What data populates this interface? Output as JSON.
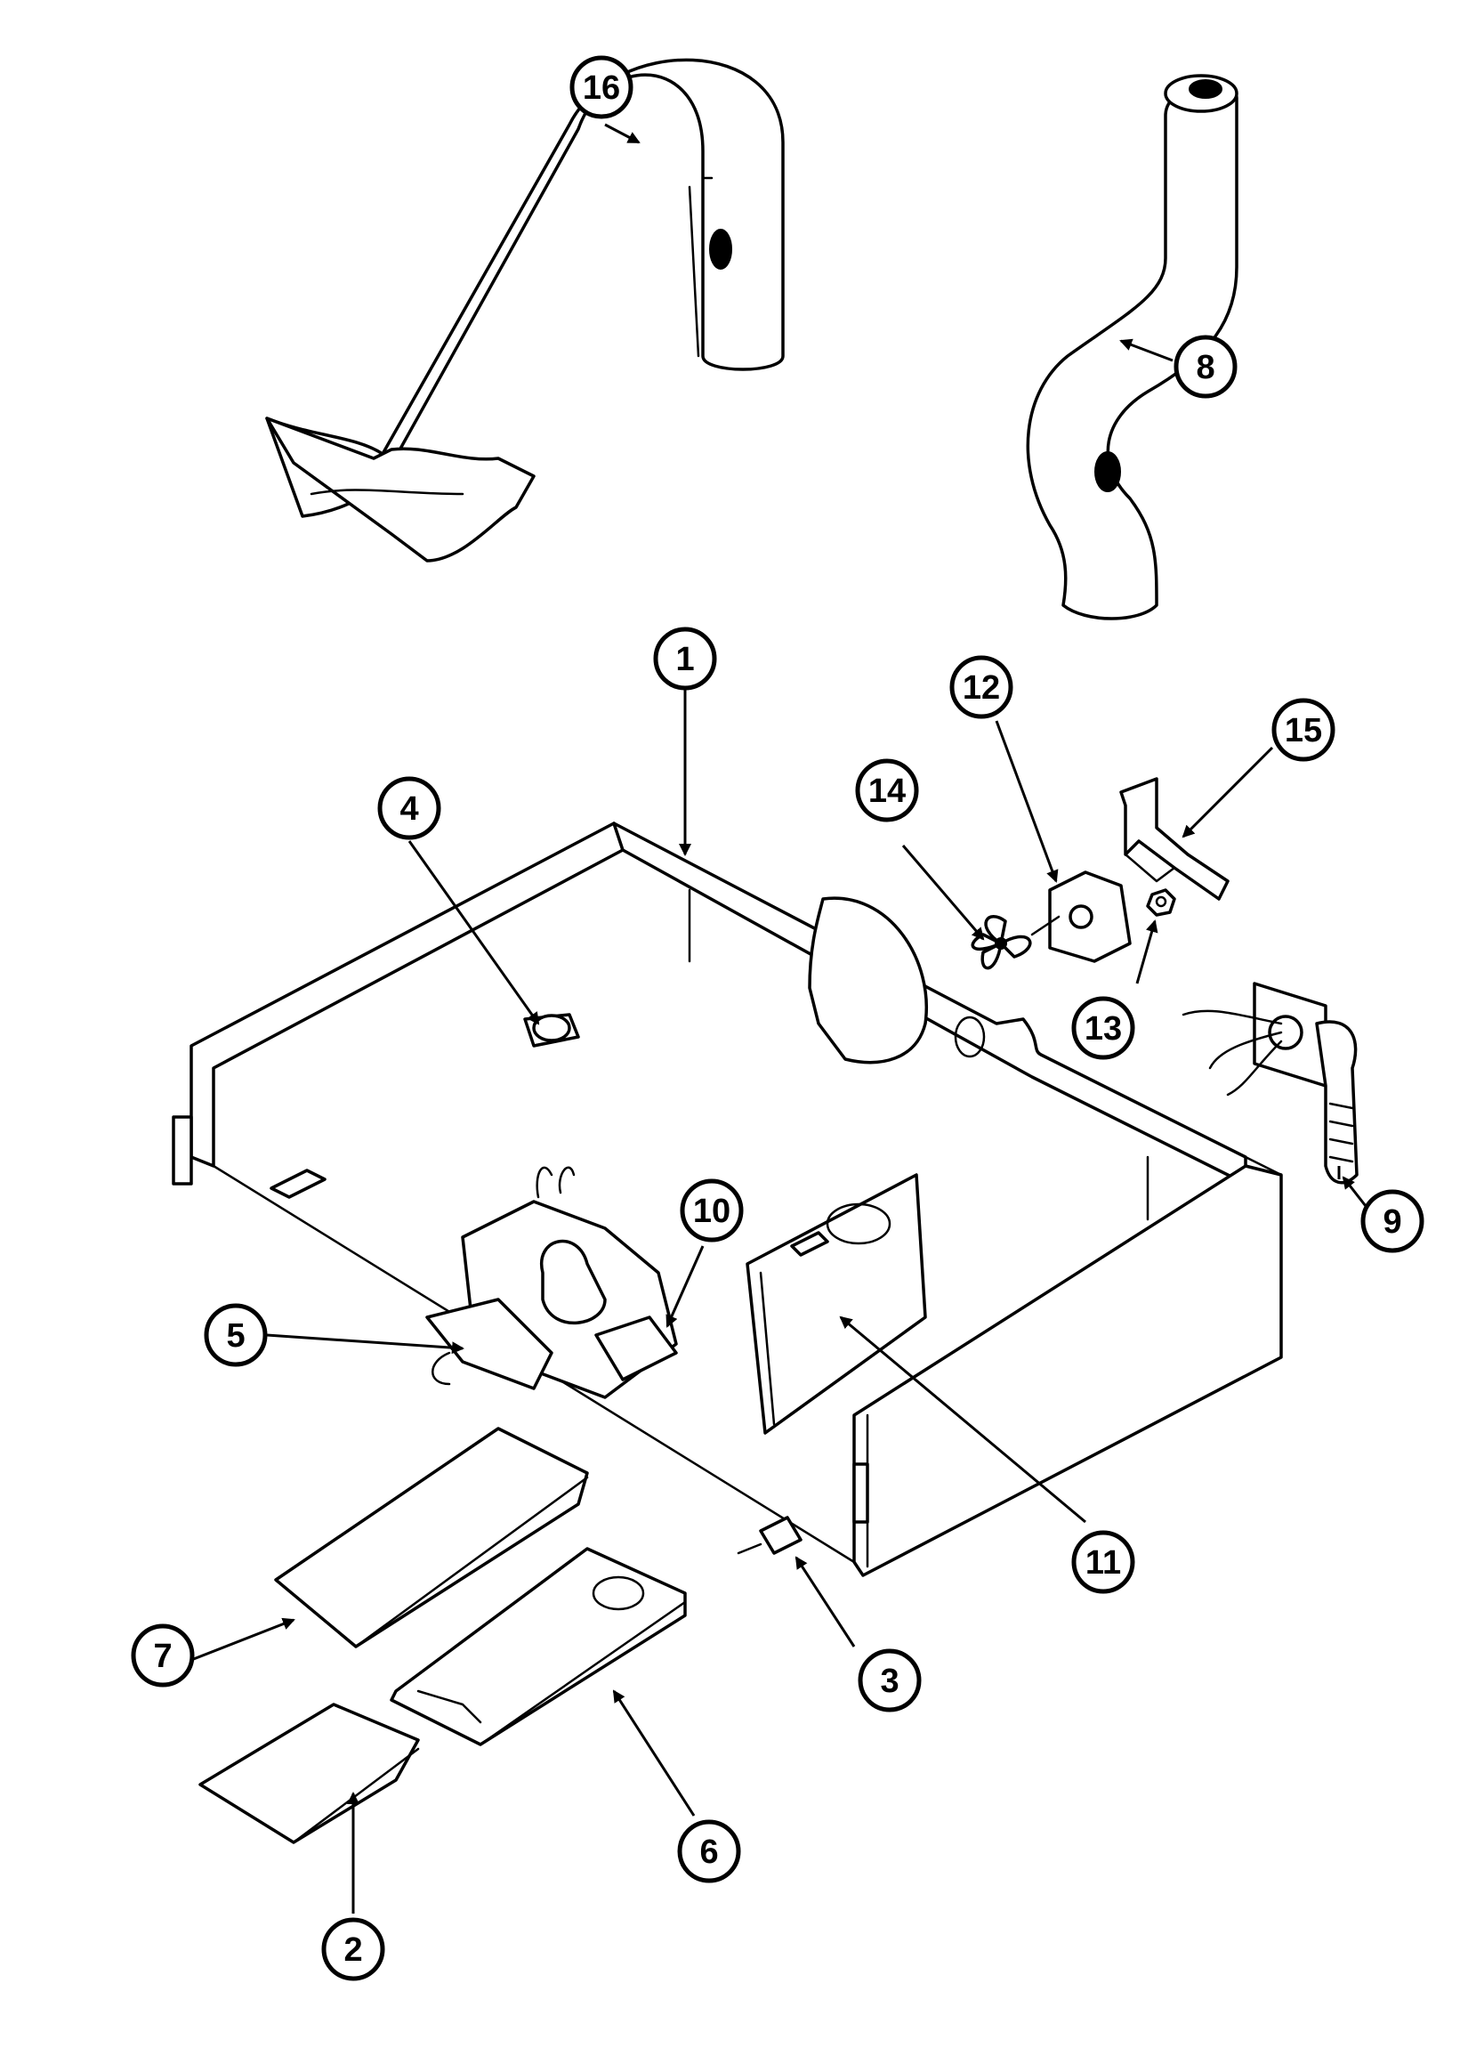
{
  "diagram": {
    "callouts": [
      {
        "label": "1"
      },
      {
        "label": "2"
      },
      {
        "label": "3"
      },
      {
        "label": "4"
      },
      {
        "label": "5"
      },
      {
        "label": "6"
      },
      {
        "label": "7"
      },
      {
        "label": "8"
      },
      {
        "label": "9"
      },
      {
        "label": "10"
      },
      {
        "label": "11"
      },
      {
        "label": "12"
      },
      {
        "label": "13"
      },
      {
        "label": "14"
      },
      {
        "label": "15"
      },
      {
        "label": "16"
      }
    ],
    "colors": {
      "line": "#000000",
      "background": "#ffffff"
    }
  }
}
